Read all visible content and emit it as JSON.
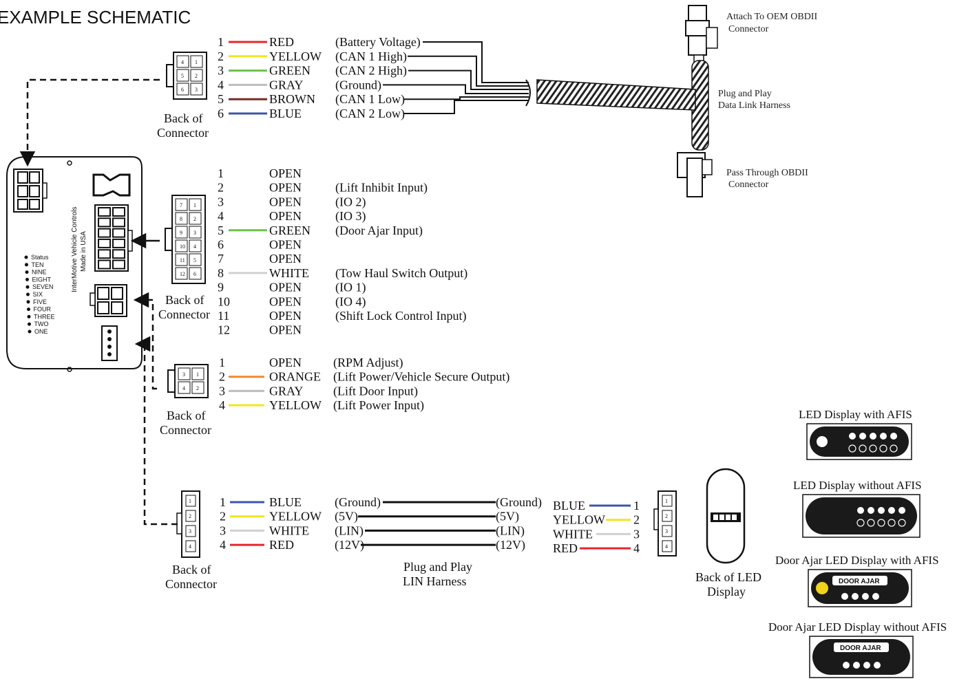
{
  "title": "EXAMPLE SCHEMATIC",
  "colors": {
    "RED": "#e8262c",
    "YELLOW": "#f2e61c",
    "GREEN": "#6cc04a",
    "GRAY": "#bdbdbd",
    "BROWN": "#7a2a20",
    "BLUE": "#3b55a8",
    "ORANGE": "#f28a2e",
    "WHITE": "#d0d0d0",
    "NONE": "none"
  },
  "back_of_connector_label": [
    "Back of",
    "Connector"
  ],
  "connector1": {
    "pins": [
      {
        "num": "1",
        "color": "RED",
        "signal": "(Battery Voltage)"
      },
      {
        "num": "2",
        "color": "YELLOW",
        "signal": "(CAN 1 High)"
      },
      {
        "num": "3",
        "color": "GREEN",
        "signal": "(CAN 2 High)"
      },
      {
        "num": "4",
        "color": "GRAY",
        "signal": "(Ground)"
      },
      {
        "num": "5",
        "color": "BROWN",
        "signal": "(CAN 1 Low)"
      },
      {
        "num": "6",
        "color": "BLUE",
        "signal": "(CAN 2 Low)"
      }
    ],
    "housing_pins": [
      [
        "4",
        "1"
      ],
      [
        "5",
        "2"
      ],
      [
        "6",
        "3"
      ]
    ]
  },
  "connector2": {
    "pins": [
      {
        "num": "1",
        "color": "OPEN",
        "signal": ""
      },
      {
        "num": "2",
        "color": "OPEN",
        "signal": "(Lift Inhibit Input)"
      },
      {
        "num": "3",
        "color": "OPEN",
        "signal": "(IO 2)"
      },
      {
        "num": "4",
        "color": "OPEN",
        "signal": "(IO 3)"
      },
      {
        "num": "5",
        "color": "GREEN",
        "signal": "(Door Ajar Input)"
      },
      {
        "num": "6",
        "color": "OPEN",
        "signal": ""
      },
      {
        "num": "7",
        "color": "OPEN",
        "signal": ""
      },
      {
        "num": "8",
        "color": "WHITE",
        "signal": "(Tow Haul Switch Output)"
      },
      {
        "num": "9",
        "color": "OPEN",
        "signal": "(IO 1)"
      },
      {
        "num": "10",
        "color": "OPEN",
        "signal": "(IO 4)"
      },
      {
        "num": "11",
        "color": "OPEN",
        "signal": "(Shift Lock Control Input)"
      },
      {
        "num": "12",
        "color": "OPEN",
        "signal": ""
      }
    ],
    "housing_pins": [
      [
        "7",
        "1"
      ],
      [
        "8",
        "2"
      ],
      [
        "9",
        "3"
      ],
      [
        "10",
        "4"
      ],
      [
        "11",
        "5"
      ],
      [
        "12",
        "6"
      ]
    ]
  },
  "connector3": {
    "pins": [
      {
        "num": "1",
        "color": "OPEN",
        "signal": "(RPM Adjust)"
      },
      {
        "num": "2",
        "color": "ORANGE",
        "signal": "(Lift Power/Vehicle Secure Output)"
      },
      {
        "num": "3",
        "color": "GRAY",
        "signal": "(Lift Door Input)"
      },
      {
        "num": "4",
        "color": "YELLOW",
        "signal": "(Lift Power Input)"
      }
    ],
    "housing_pins": [
      [
        "3",
        "1"
      ],
      [
        "4",
        "2"
      ]
    ]
  },
  "connector4": {
    "pins": [
      {
        "num": "1",
        "color": "BLUE",
        "signal": "(Ground)"
      },
      {
        "num": "2",
        "color": "YELLOW",
        "signal": "(5V)"
      },
      {
        "num": "3",
        "color": "WHITE",
        "signal": "(LIN)"
      },
      {
        "num": "4",
        "color": "RED",
        "signal": "(12V)"
      }
    ],
    "housing_pins": [
      "1",
      "2",
      "3",
      "4"
    ]
  },
  "lin_right": {
    "signals": [
      "(Ground)",
      "(5V)",
      "(LIN)",
      "(12V)"
    ],
    "colors": [
      "BLUE",
      "YELLOW",
      "WHITE",
      "RED"
    ],
    "nums": [
      "1",
      "2",
      "3",
      "4"
    ]
  },
  "lin_harness_label": [
    "Plug and Play",
    "LIN Harness"
  ],
  "obd": {
    "attach_label": [
      "Attach To OEM OBDII",
      "Connector"
    ],
    "harness_label": [
      "Plug and Play",
      "Data Link Harness"
    ],
    "pass_label": [
      "Pass Through OBDII",
      "Connector"
    ]
  },
  "module": {
    "brand": "InterMotive Vehicle Controls",
    "made_in": "Made in USA",
    "leds": [
      "Status",
      "TEN",
      "NINE",
      "EIGHT",
      "SEVEN",
      "SIX",
      "FIVE",
      "FOUR",
      "THREE",
      "TWO",
      "ONE"
    ]
  },
  "led_back_label": [
    "Back of LED",
    "Display"
  ],
  "displays": [
    {
      "title": "LED Display with AFIS",
      "badge": ""
    },
    {
      "title": "LED Display without AFIS",
      "badge": ""
    },
    {
      "title": "Door Ajar LED Display with AFIS",
      "badge": "DOOR AJAR"
    },
    {
      "title": "Door Ajar LED Display without AFIS",
      "badge": "DOOR AJAR"
    }
  ]
}
